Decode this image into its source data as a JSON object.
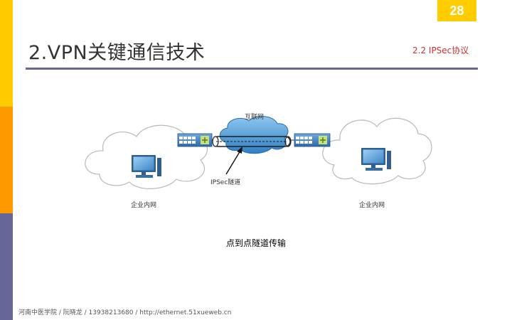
{
  "page_number": "28",
  "title": "2.VPN关键通信技术",
  "subtitle": "2.2 IPSec协议",
  "diagram": {
    "internet_label": "互联网",
    "tunnel_label": "IPSec隧道",
    "left_network_label": "企业内网",
    "right_network_label": "企业内网"
  },
  "caption": "点到点隧道传输",
  "footer": "河南中医学院 / 阮晓龙 / 13938213680 / http://ethernet.51xueweb.cn",
  "colors": {
    "bar_top": "#FFCC00",
    "bar_middle": "#FF9900",
    "bar_bottom": "#666699",
    "subtitle": "#D03030",
    "switch": "#3A7CC0",
    "cloud_internet": "#3C8FD0"
  },
  "icons": [
    "computer-icon",
    "switch-icon",
    "cloud-icon",
    "internet-cloud-icon"
  ]
}
